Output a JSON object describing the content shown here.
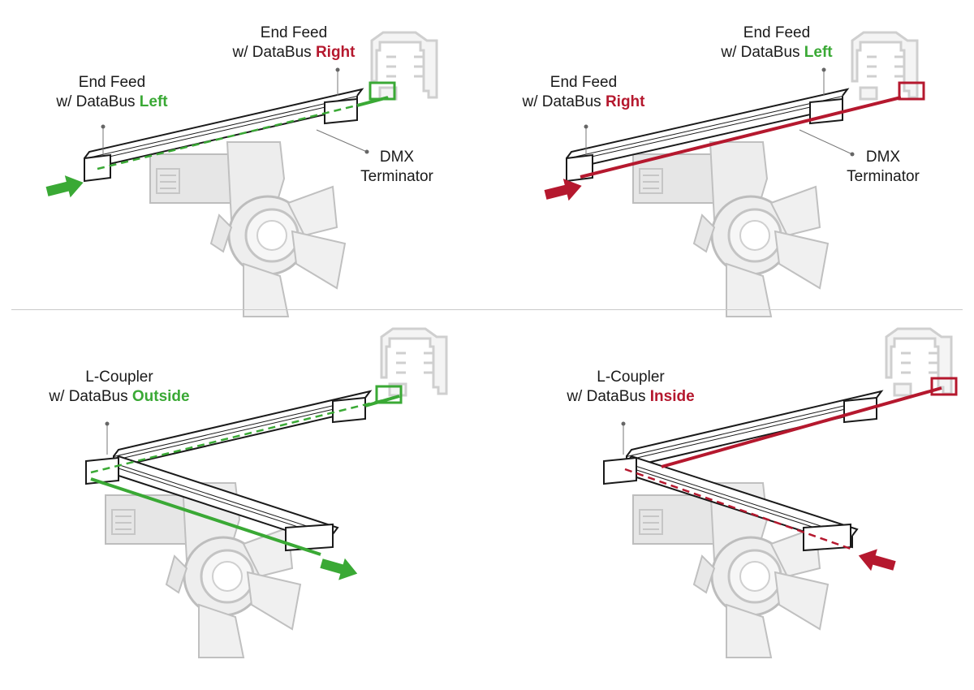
{
  "colors": {
    "green": "#3aa935",
    "red": "#b5182e",
    "track": "#1a1a1a",
    "fixture": "#c8c8c8"
  },
  "panels": [
    {
      "id": "top-left",
      "label": {
        "line1": "End Feed",
        "prefix": "w/ DataBus ",
        "highlight": "Left",
        "color": "green"
      },
      "label2": {
        "line1": "End Feed",
        "prefix": "w/ DataBus ",
        "highlight": "Right",
        "color": "red"
      },
      "terminator": {
        "line1": "DMX",
        "line2": "Terminator"
      }
    },
    {
      "id": "top-right",
      "label": {
        "line1": "End Feed",
        "prefix": "w/ DataBus ",
        "highlight": "Right",
        "color": "red"
      },
      "label2": {
        "line1": "End Feed",
        "prefix": "w/ DataBus ",
        "highlight": "Left",
        "color": "green"
      },
      "terminator": {
        "line1": "DMX",
        "line2": "Terminator"
      }
    },
    {
      "id": "bottom-left",
      "label": {
        "line1": "L-Coupler",
        "prefix": "w/ DataBus ",
        "highlight": "Outside",
        "color": "green"
      }
    },
    {
      "id": "bottom-right",
      "label": {
        "line1": "L-Coupler",
        "prefix": "w/ DataBus ",
        "highlight": "Inside",
        "color": "red"
      }
    }
  ]
}
